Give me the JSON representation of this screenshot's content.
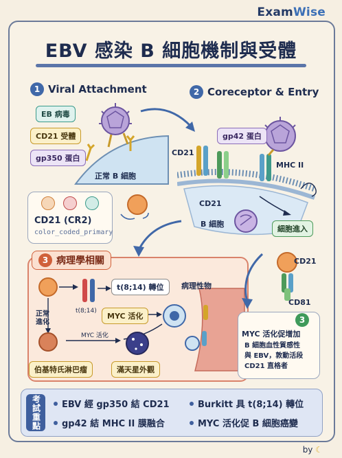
{
  "brand": {
    "exam": "Exam",
    "wise": "Wise"
  },
  "title": "EBV 感染 B 細胞機制與受體",
  "sections": {
    "s1": {
      "num": "1",
      "title": "Viral Attachment"
    },
    "s2": {
      "num": "2",
      "title": "Coreceptor & Entry"
    },
    "s3": {
      "num": "3",
      "title": "病理學相關"
    },
    "s4": {
      "num": "3"
    }
  },
  "s1_labels": {
    "ebv": "EB 病毒",
    "cd21": "CD21 受體",
    "gp350": "gp350 蛋白",
    "cell": "正常 B 細胞"
  },
  "s2_labels": {
    "gp42": "gp42 蛋白",
    "cd21_left": "CD21",
    "cd21_mid": "CD21",
    "mhc": "MHC II",
    "bcell": "B 細胞",
    "entry": "細胞進入"
  },
  "cd21_card": {
    "name": "CD21 (CR2)",
    "code": "color_coded_primary",
    "icons": [
      "hand-icon",
      "link-icon",
      "cycle-icon"
    ]
  },
  "pathology": {
    "translocation": "t(8;14) 轉位",
    "t_label": "t(8;14)",
    "myc": "MYC 活化",
    "normal_evolve": "正常\n進化",
    "myc_small": "MYC 活化",
    "burkitt": "伯基特氏淋巴瘤",
    "starry": "滿天星外觀",
    "tissue": "病理性物"
  },
  "right_panel": {
    "cd21": "CD21",
    "cd81": "CD81",
    "text_title": "MYC 活化促增加",
    "text_lines": [
      "B 細胞血性質感性",
      "與 EBV，敦動活段",
      "CD21 直格者"
    ]
  },
  "key_points": {
    "label": "考試重點",
    "items": [
      "EBV 經 gp350 結 CD21",
      "Burkitt 具 t(8;14) 轉位",
      "gp42 結 MHC II 膜融合",
      "MYC 活化促 B 細胞癌變"
    ]
  },
  "footer": {
    "by": "by"
  },
  "colors": {
    "accent": "#3f5f9e",
    "pathology": "#d0603a",
    "background": "#f6efe2"
  }
}
